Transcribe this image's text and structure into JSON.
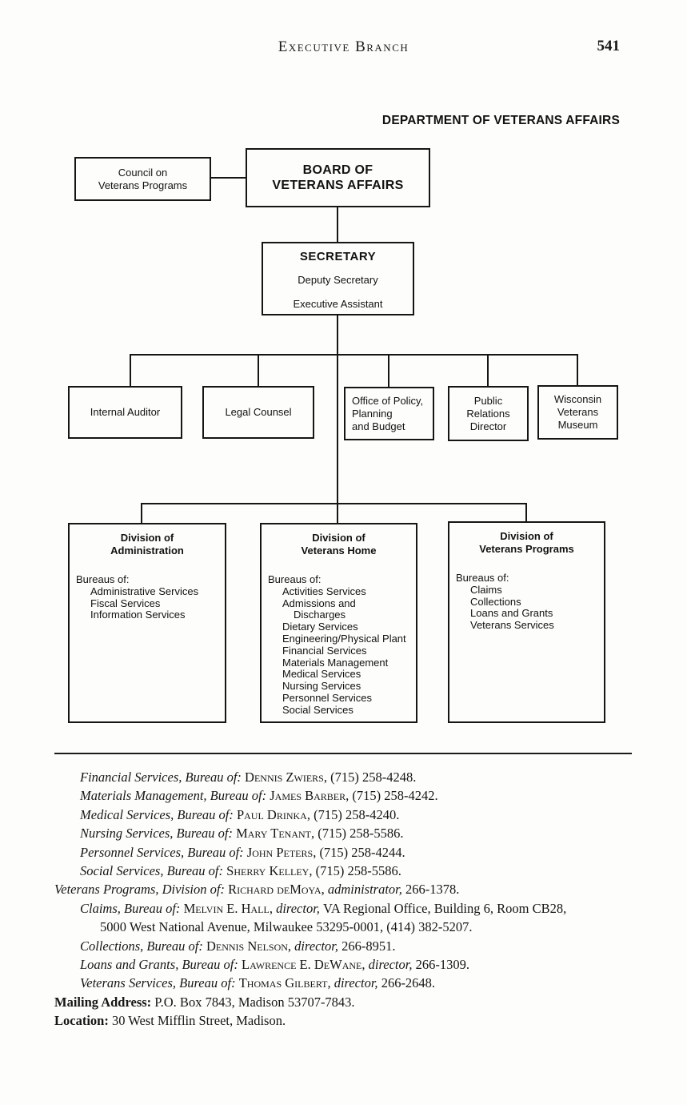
{
  "header": {
    "running_title": "Executive Branch",
    "page_number": "541",
    "department_title": "DEPARTMENT OF VETERANS AFFAIRS"
  },
  "org_chart": {
    "council": {
      "lines": [
        "Council on",
        "Veterans Programs"
      ]
    },
    "board": {
      "lines": [
        "BOARD OF",
        "VETERANS AFFAIRS"
      ]
    },
    "secretary": {
      "title": "SECRETARY",
      "deputy": "Deputy Secretary",
      "assistant": "Executive Assistant"
    },
    "staff": [
      {
        "lines": [
          "Internal Auditor"
        ]
      },
      {
        "lines": [
          "Legal Counsel"
        ]
      },
      {
        "lines": [
          "Office of Policy,",
          "Planning",
          "and Budget"
        ]
      },
      {
        "lines": [
          "Public",
          "Relations",
          "Director"
        ]
      },
      {
        "lines": [
          "Wisconsin",
          "Veterans",
          "Museum"
        ]
      }
    ],
    "divisions": [
      {
        "title_lines": [
          "Division of",
          "Administration"
        ],
        "bureaus_label": "Bureaus of:",
        "bureaus": [
          "Administrative Services",
          "Fiscal Services",
          "Information Services"
        ]
      },
      {
        "title_lines": [
          "Division of",
          "Veterans Home"
        ],
        "bureaus_label": "Bureaus of:",
        "bureaus": [
          "Activities Services",
          "Admissions and",
          "Discharges",
          "Dietary Services",
          "Engineering/Physical Plant",
          "Financial Services",
          "Materials Management",
          "Medical Services",
          "Nursing Services",
          "Personnel Services",
          "Social Services"
        ]
      },
      {
        "title_lines": [
          "Division of",
          "Veterans Programs"
        ],
        "bureaus_label": "Bureaus of:",
        "bureaus": [
          "Claims",
          "Collections",
          "Loans and Grants",
          "Veterans Services"
        ]
      }
    ]
  },
  "directory": {
    "entries": [
      {
        "title": "Financial Services, Bureau of: ",
        "name": "Dennis Zwiers",
        "mid": ", ",
        "role": "",
        "tail": "(715) 258-4248."
      },
      {
        "title": "Materials Management, Bureau of: ",
        "name": "James Barber",
        "mid": ", ",
        "role": "",
        "tail": "(715) 258-4242."
      },
      {
        "title": "Medical Services, Bureau of: ",
        "name": "Paul Drinka",
        "mid": ", ",
        "role": "",
        "tail": "(715) 258-4240."
      },
      {
        "title": "Nursing Services, Bureau of: ",
        "name": "Mary Tenant",
        "mid": ", ",
        "role": "",
        "tail": "(715) 258-5586."
      },
      {
        "title": "Personnel Services, Bureau of: ",
        "name": "John Peters",
        "mid": ", ",
        "role": "",
        "tail": "(715) 258-4244."
      },
      {
        "title": "Social Services, Bureau of: ",
        "name": "Sherry Kelley",
        "mid": ", ",
        "role": "",
        "tail": "(715) 258-5586."
      },
      {
        "title": "Veterans Programs, Division of: ",
        "name": "Richard deMoya",
        "mid": ", ",
        "role": "administrator, ",
        "tail": "266-1378."
      },
      {
        "title": "Claims, Bureau of: ",
        "name": "Melvin E. Hall",
        "mid": ", ",
        "role": "director, ",
        "tail": "VA Regional Office, Building 6, Room CB28,",
        "tail2": "5000 West National Avenue, Milwaukee 53295-0001, (414) 382-5207."
      },
      {
        "title": "Collections, Bureau of: ",
        "name": "Dennis Nelson",
        "mid": ", ",
        "role": "director, ",
        "tail": "266-8951."
      },
      {
        "title": "Loans and Grants, Bureau of: ",
        "name": "Lawrence E. DeWane",
        "mid": ", ",
        "role": "director, ",
        "tail": "266-1309."
      },
      {
        "title": "Veterans Services, Bureau of: ",
        "name": "Thomas Gilbert",
        "mid": ", ",
        "role": "director, ",
        "tail": "266-2648."
      }
    ],
    "mailing": {
      "label": "Mailing Address:",
      "text": " P.O. Box 7843, Madison 53707-7843."
    },
    "location": {
      "label": "Location:",
      "text": " 30 West Mifflin Street, Madison."
    }
  }
}
